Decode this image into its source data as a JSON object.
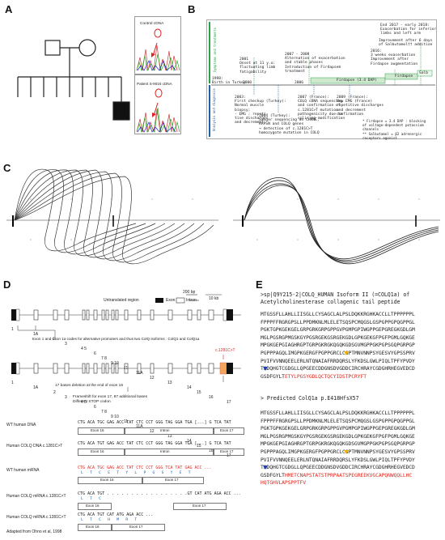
{
  "labels": {
    "a": "A",
    "b": "B",
    "c": "C",
    "d": "D",
    "e": "E"
  },
  "panelA": {
    "control_label": "Control cDNA",
    "patient_label": "Patient S-9016 cDNA"
  },
  "panelB": {
    "axis_top": "Symptoms and treatments",
    "axis_bottom": "Analysis and diagnosis",
    "birth": "1998:\nBirth in Turkey",
    "y2000": "2000",
    "y2006": "2006",
    "onset": "2001\nOnset at 11 y.o:\nfluctuating limb\nfatigability",
    "e2007": "2007 - 2008\nAlternation of exacerbation\nand stable phases\nIntroduction of Firdapse®\ntreatment",
    "e2017": "End 2017 - early 2018:\nExacerbation for inferior\nlimbs and left arm",
    "improve": "Improvement after 6 days\nof Salbutamol†† addition",
    "e2016": "2016:\n3 weeks exacerbation\nImprovement after\nFirdapse augmentation",
    "bar1": "Firdapse (3.4 DAP)",
    "bar2": "Firdapse",
    "bar3": "Salb",
    "checkup": "2003:\nFirst checkup (Turkey):\nNormal muscle\nbiopsy;\n- EMG : repeti-\ntive discharges\nand decrement",
    "france": "2007 (France):\nCOLQ cDNA sequencing\nand confirmation of\nc.1281C>T mutation\npathogenicity due to\nsplicing modification",
    "emg": "2009 (France):\nNew EMG (France)\nrepetitive discharges\nand decrement\nconfirmation",
    "turkey2004": "2004 (Turkey):\nSanger sequencing on CHRNE,\nRAPSN and COLQ genes\n→ detection of c.1281C>T\nhomozygote mutation in COLQ",
    "footnote": "* Firdapse = 3.4 DAP : blocking\nof voltage-dependent potassium\nchannels\n** Salbutamol = β2 adrenergic\nreceptors agonist"
  },
  "panelD": {
    "legend_utr": "Untranslated region",
    "legend_exon": "Exon",
    "legend_intron": "Intron",
    "scale_bp": "200 bp",
    "scale_kb": "10 kb",
    "exon_labels": [
      "1",
      "1A",
      "2",
      "3",
      "4 5",
      "6",
      "7 8",
      "9 10",
      "11",
      "11A",
      "12",
      "13",
      "14",
      "15",
      "16",
      "17"
    ],
    "promoter_note": "Exon 1 and Exon 1a codes for alternative promoters and thus two ColQ isoforms : ColQ1 and ColQ1a",
    "mutation_tag": "c.1281C>T",
    "del_note": "17 bases deletion at the end of exon 16",
    "frame_note": "Frameshift for exon 17, 87 additional bases\nDifferent STOP codon",
    "rows": [
      {
        "label": "WT human DNA",
        "seq": "CTG ACA TGC GAG ACC TAT CTC CCT GGG TAG GGA TGA [...] G TCA TAT",
        "ex_left": "Exon 16",
        "mid": "Intron",
        "ex_right": "Exon 17"
      },
      {
        "label": "Human COLQ DNA c.1281C>T",
        "seq": "CTG ACA TGT GAG ACC TAT CTC CCT GGG TAG GGA TGA [...] G TCA TAT",
        "ex_left": "Exon 16",
        "mid": "Intron",
        "ex_right": "Exon 17"
      },
      {
        "label": "WT human mRNA",
        "seq": "CTG ACA TGC GAG ACC TAT CTC CCT GGG TCA TAT GAG ACC ...",
        "aa": "L   T   C   E   T   Y   L   P   G   S   Y   E   T",
        "ex_left": "Exon 16",
        "ex_right": "Exon 17"
      },
      {
        "label": "Human COLQ mRNA c.1281C>T",
        "seq": "CTG ACA TGT . . . . . . . . . . . . . . . . .GT CAT ATG AGA ACC ...",
        "aa": "L   T   C",
        "ex_left": "Exon 16",
        "ex_right": "Exon 17"
      },
      {
        "label": "Human COLQ mRNA c.1281C>T",
        "seq": "CTG ACA TGT CAT ATG AGA ACC ...",
        "aa": "L   T   C   H   M   R   T",
        "ex_left": "Exon 16",
        "ex_right": "Exon 17"
      }
    ],
    "credit": "Adapted from Ohno et al, 1998"
  },
  "panelE": {
    "header": ">sp|Q9Y215-2|COLQ_HUMAN Isoform II (=COLQ1a) of\nAcetylcholinesterase collagenic tail peptide",
    "wt_lines": [
      "MTGSSFLLAHLLIISGLLCYSAGCLALPSLDQKKRGHKACCLLTPPPPPPL",
      "FPPPFFRGRGPSLLPPDMKNLMLELETSQSPCMQGSLGSPGPPGPQGPPGL",
      "PGKTGPKGEKGELGRPGRKGRPGPPGVPGMPGPIWGPPGEPGREGKGDLGM",
      "MGLPGSRGPMGSKGYPGSRGEKGSRGEKGDLGPKGEKGFPGFPGMLGQKGE",
      "MPGKGEPGIAGHRGPTGRPGKRGKQGQKGDSGVMGPPGKPGPSGQPGRPGP",
      "PGPPPAGQLIMGPKGERGFPGPPGRCLCGPTMNVNNPSYGESVYGPSSPRV",
      "PVIFVVNNQEELERLNTQNAIAFRRDQRSLYFKDSLGWLPIQLTPFYPVDY",
      "TADQHGTCGDGLLQPGEECDDGNSDVGDDCIRCHRAYCGDGHRHEGVEDCD"
    ],
    "wt_last_black": "GSDFGYLT",
    "wt_last_red": "ETYLPGSYGDLQCTQCYIDSTPCRYFT",
    "pred_title": "> Predicted ColQ1a p.E418HfsX57",
    "mut_lines": [
      "MTGSSFLLAHLLIISGLLCYSAGCLALPSLDQKKRGHKACCLLTPPPPPPL",
      "FPPPFFRGRGPSLLPPDMKNLMLELETSQSPCMQGSLGSPGPPGPQGPPGL",
      "PGKTGPKGEKGELGRPGRKGRPGPPGVPGMPGPIWGPPGEPGREGKGDLGM",
      "MGLPGSRGPMGSKGYPGSRGEKGSRGEKGDLGPKGEKGFPGFPGMLGQKGE",
      "MPGKGEPGIAGHRGPTGRPGKRGKQGQKGDSGVMGPPGKPGPSGQPGRPGP",
      "PGPPPAGQLIMGPKGERGFPGPPGRCLCGPTMNVNNPSYGESVYGPSSPRV",
      "PVIFVVNNQEELERLNTQNAIAFRRDQRSLYFKDSLGWLPIQLTPFYPVDY",
      "TADQHGTCGDGLLQPGEECDDGNSDVGDDCIRCHRAYCGDGHRHEGVEDCD"
    ],
    "mut_last_black": "GSDFGYLT",
    "mut_last_red": "HMETCNAPSTATSTPRPAATSPEGREEKVGCAPQNWQQLLHC",
    "mut_extra_red": "HQTGHVLAPSPPTFV"
  }
}
